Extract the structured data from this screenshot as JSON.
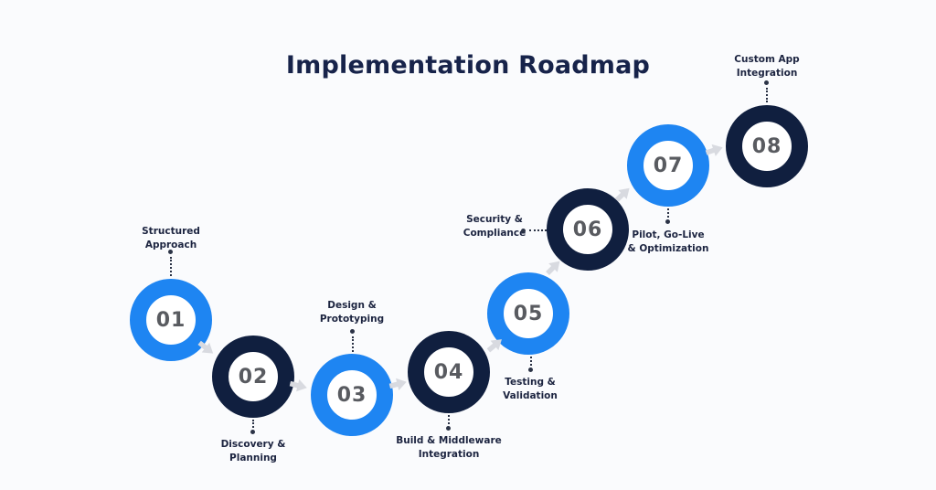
{
  "title": "Implementation Roadmap",
  "colors": {
    "background": "#FAFBFD",
    "blue": "#1E85F2",
    "navy": "#101F3F",
    "number_gray": "#595B60",
    "label_navy": "#1C2440",
    "arrow_gray": "#D8DAE0",
    "connector_dark": "#2B3346",
    "title_navy": "#17234A"
  },
  "steps": [
    {
      "number": "01",
      "label": "Structured\nApproach",
      "color": "blue",
      "label_position": "top"
    },
    {
      "number": "02",
      "label": "Discovery &\nPlanning",
      "color": "navy",
      "label_position": "bottom"
    },
    {
      "number": "03",
      "label": "Design &\nPrototyping",
      "color": "blue",
      "label_position": "top"
    },
    {
      "number": "04",
      "label": "Build & Middleware\nIntegration",
      "color": "navy",
      "label_position": "bottom"
    },
    {
      "number": "05",
      "label": "Testing &\nValidation",
      "color": "blue",
      "label_position": "bottom"
    },
    {
      "number": "06",
      "label": "Security &\nCompliance",
      "color": "navy",
      "label_position": "left"
    },
    {
      "number": "07",
      "label": "Pilot, Go-Live\n& Optimization",
      "color": "blue",
      "label_position": "bottom"
    },
    {
      "number": "08",
      "label": "Custom App\nIntegration",
      "color": "navy",
      "label_position": "top"
    }
  ]
}
